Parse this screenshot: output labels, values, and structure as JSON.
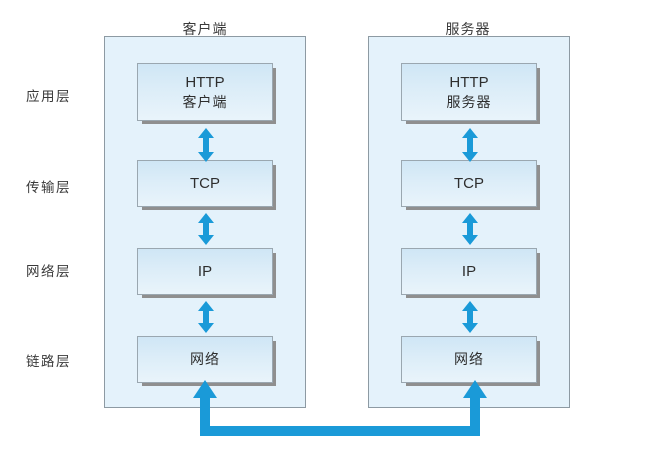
{
  "diagram": {
    "title": "HTTP client/server TCP-IP protocol stack communication",
    "colors": {
      "arrow_blue": "#1a9ad8",
      "panel_fill": "#e4f2fb",
      "panel_border": "#8d9aa3",
      "box_border": "#9aa7b0",
      "box_shadow": "#8f8f8f",
      "text": "#2e2e2e",
      "background": "#ffffff"
    },
    "layer_labels": [
      {
        "name": "application-layer",
        "text": "应用层"
      },
      {
        "name": "transport-layer",
        "text": "传输层"
      },
      {
        "name": "network-layer",
        "text": "网络层"
      },
      {
        "name": "link-layer",
        "text": "链路层"
      }
    ],
    "hosts": [
      {
        "name": "client",
        "title": "客户端",
        "boxes": [
          {
            "name": "http-client",
            "lines": [
              "HTTP",
              "客户端"
            ]
          },
          {
            "name": "tcp",
            "lines": [
              "TCP"
            ]
          },
          {
            "name": "ip",
            "lines": [
              "IP"
            ]
          },
          {
            "name": "network",
            "lines": [
              "网络"
            ]
          }
        ]
      },
      {
        "name": "server",
        "title": "服务器",
        "boxes": [
          {
            "name": "http-server",
            "lines": [
              "HTTP",
              "服务器"
            ]
          },
          {
            "name": "tcp",
            "lines": [
              "TCP"
            ]
          },
          {
            "name": "ip",
            "lines": [
              "IP"
            ]
          },
          {
            "name": "network",
            "lines": [
              "网络"
            ]
          }
        ]
      }
    ],
    "connector": {
      "name": "physical-network-link",
      "direction": "bidirectional-up"
    }
  }
}
